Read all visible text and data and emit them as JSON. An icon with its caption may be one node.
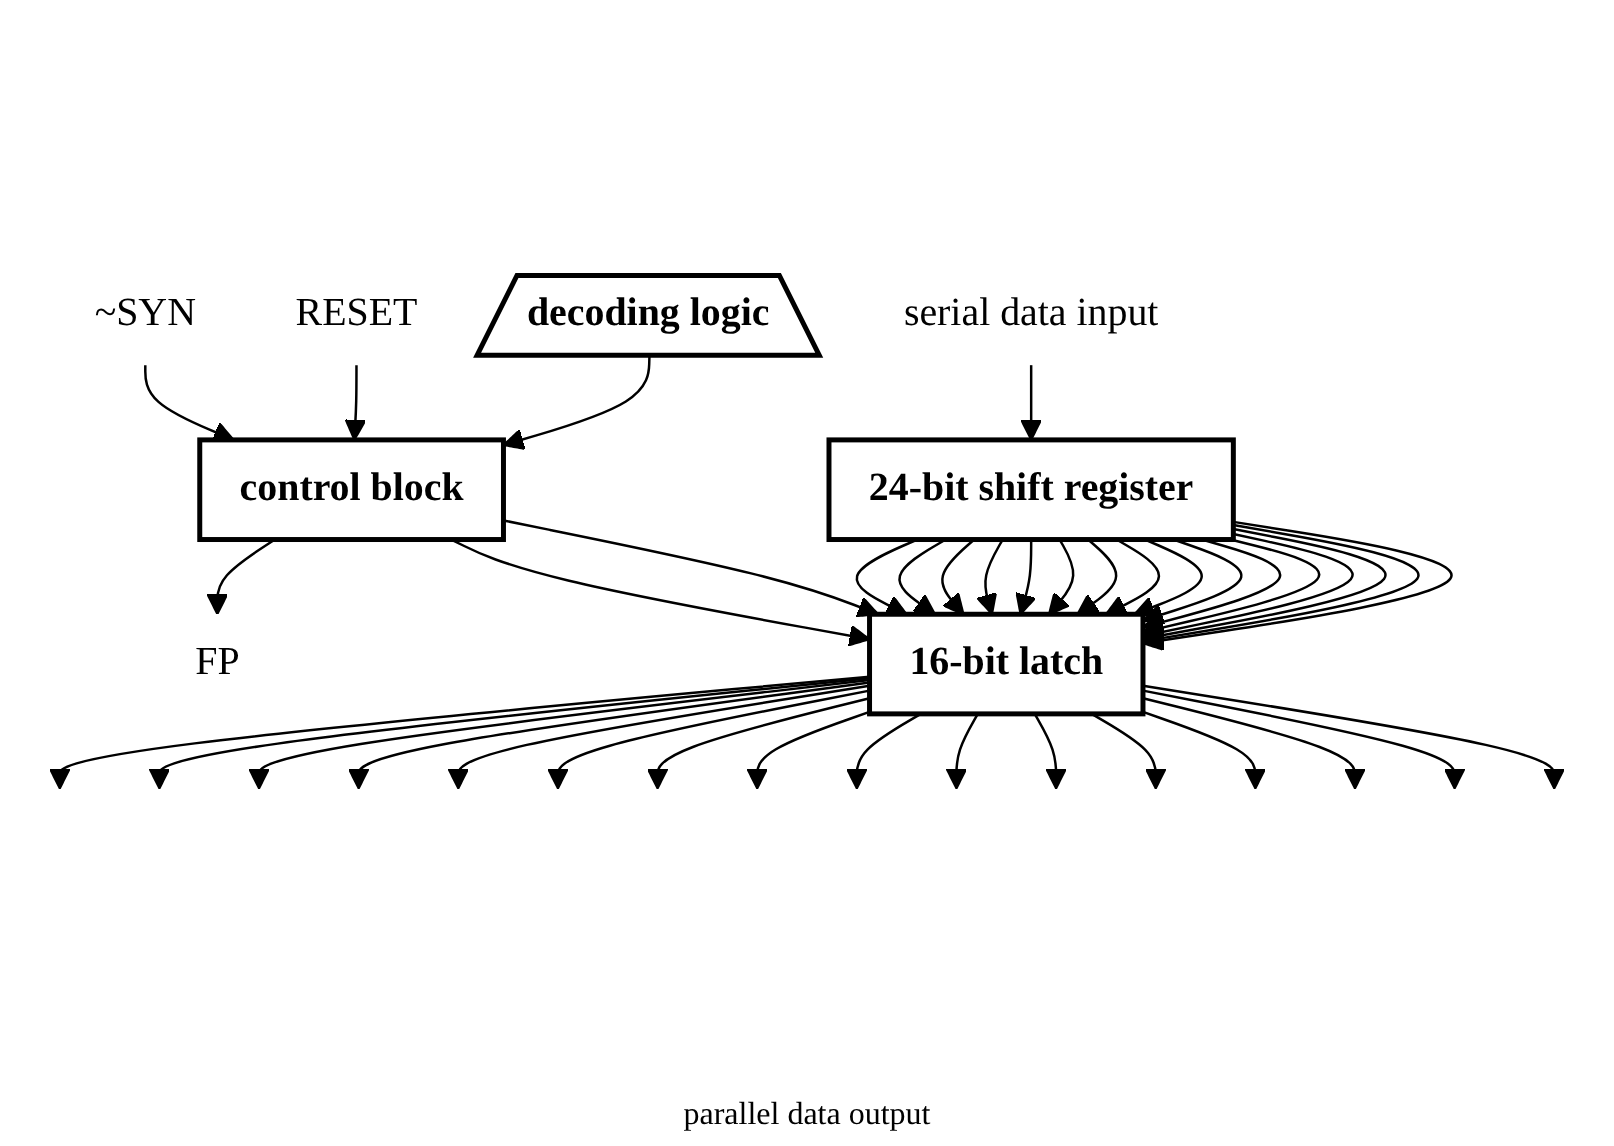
{
  "diagram": {
    "nodes": [
      {
        "text": [
          "~SYN"
        ]
      },
      {
        "text": [
          "RESET"
        ]
      },
      {
        "text": [
          "control block"
        ]
      },
      {
        "text": [
          "FP"
        ]
      },
      {
        "text": [
          "decoding logic"
        ]
      },
      {
        "text": [
          "serial data input"
        ]
      },
      {
        "text": [
          "24-bit shift register"
        ]
      },
      {
        "text": [
          "16-bit latch"
        ]
      }
    ],
    "edges": [
      {
        "from": 0,
        "to": 2,
        "arrow": "to"
      },
      {
        "from": 1,
        "to": 2,
        "arrow": "to"
      },
      {
        "from": 2,
        "to": 3,
        "arrow": "to"
      },
      {
        "from": 4,
        "to": 2,
        "arrow": "to"
      },
      {
        "from": 5,
        "to": 6,
        "arrow": "to"
      },
      {
        "from": 2,
        "to": 7,
        "arrow": "to"
      },
      {
        "from": 2,
        "to": 7,
        "arrow": "to"
      },
      {
        "from": 6,
        "to": 7,
        "arrow": "to"
      },
      {
        "from": 6,
        "to": 7,
        "arrow": "to"
      },
      {
        "from": 6,
        "to": 7,
        "arrow": "to"
      },
      {
        "from": 6,
        "to": 7,
        "arrow": "to"
      },
      {
        "from": 6,
        "to": 7,
        "arrow": "to"
      },
      {
        "from": 6,
        "to": 7,
        "arrow": "to"
      },
      {
        "from": 6,
        "to": 7,
        "arrow": "to"
      },
      {
        "from": 6,
        "to": 7,
        "arrow": "to"
      },
      {
        "from": 6,
        "to": 7,
        "arrow": "to"
      },
      {
        "from": 6,
        "to": 7,
        "arrow": "to"
      },
      {
        "from": 6,
        "to": 7,
        "arrow": "to"
      },
      {
        "from": 6,
        "to": 7,
        "arrow": "to"
      },
      {
        "from": 6,
        "to": 7,
        "arrow": "to"
      },
      {
        "from": 6,
        "to": 7,
        "arrow": "to"
      },
      {
        "from": 6,
        "to": 7,
        "arrow": "to"
      },
      {
        "from": 6,
        "to": 7,
        "arrow": "to"
      },
      {
        "from": 7,
        "to": null,
        "arrow": "to"
      },
      {
        "from": 7,
        "to": null,
        "arrow": "to"
      },
      {
        "from": 7,
        "to": null,
        "arrow": "to"
      },
      {
        "from": 7,
        "to": null,
        "arrow": "to"
      },
      {
        "from": 7,
        "to": null,
        "arrow": "to"
      },
      {
        "from": 7,
        "to": null,
        "arrow": "to"
      },
      {
        "from": 7,
        "to": null,
        "arrow": "to"
      },
      {
        "from": 7,
        "to": null,
        "arrow": "to"
      },
      {
        "from": 7,
        "to": null,
        "arrow": "to"
      },
      {
        "from": 7,
        "to": null,
        "arrow": "to"
      },
      {
        "from": 7,
        "to": null,
        "arrow": "to"
      },
      {
        "from": 7,
        "to": null,
        "arrow": "to"
      },
      {
        "from": 7,
        "to": null,
        "arrow": "to"
      },
      {
        "from": 7,
        "to": null,
        "arrow": "to"
      },
      {
        "from": 7,
        "to": null,
        "arrow": "to"
      },
      {
        "from": 7,
        "to": null,
        "arrow": "to"
      }
    ],
    "labels": [
      "parallel data output"
    ]
  }
}
